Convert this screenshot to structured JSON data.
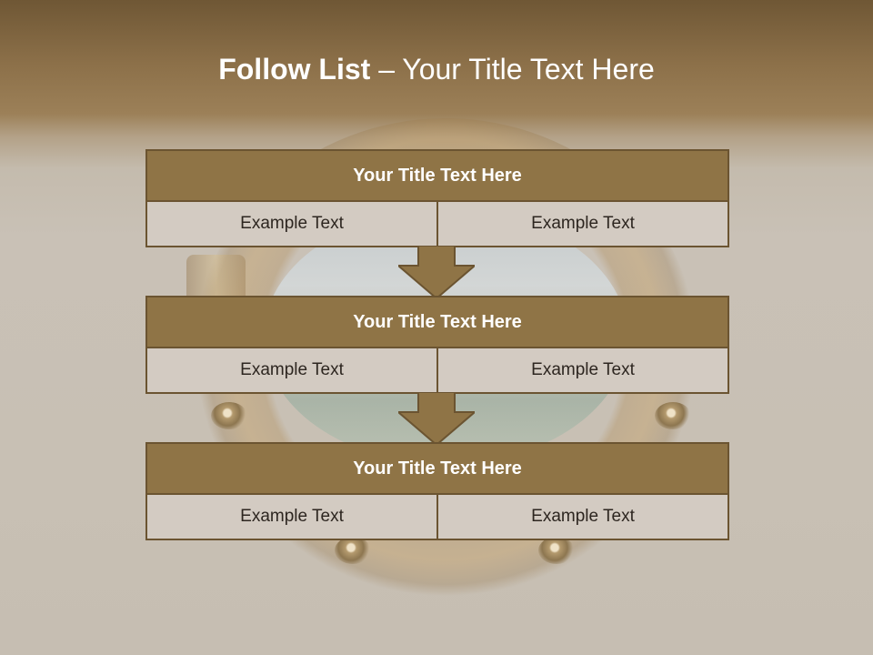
{
  "slide": {
    "title_bold": "Follow List",
    "title_rest": " – Your Title Text Here"
  },
  "blocks": [
    {
      "title": "Your Title Text Here",
      "left": "Example Text",
      "right": "Example Text"
    },
    {
      "title": "Your Title Text Here",
      "left": "Example Text",
      "right": "Example Text"
    },
    {
      "title": "Your Title Text Here",
      "left": "Example Text",
      "right": "Example Text"
    }
  ],
  "icons": {
    "connector": "down-arrow-icon"
  },
  "colors": {
    "header_band": "#8c7049",
    "block_title": "#8f7446",
    "block_border": "#6b5431",
    "cell_fill": "#d3cbc2"
  }
}
